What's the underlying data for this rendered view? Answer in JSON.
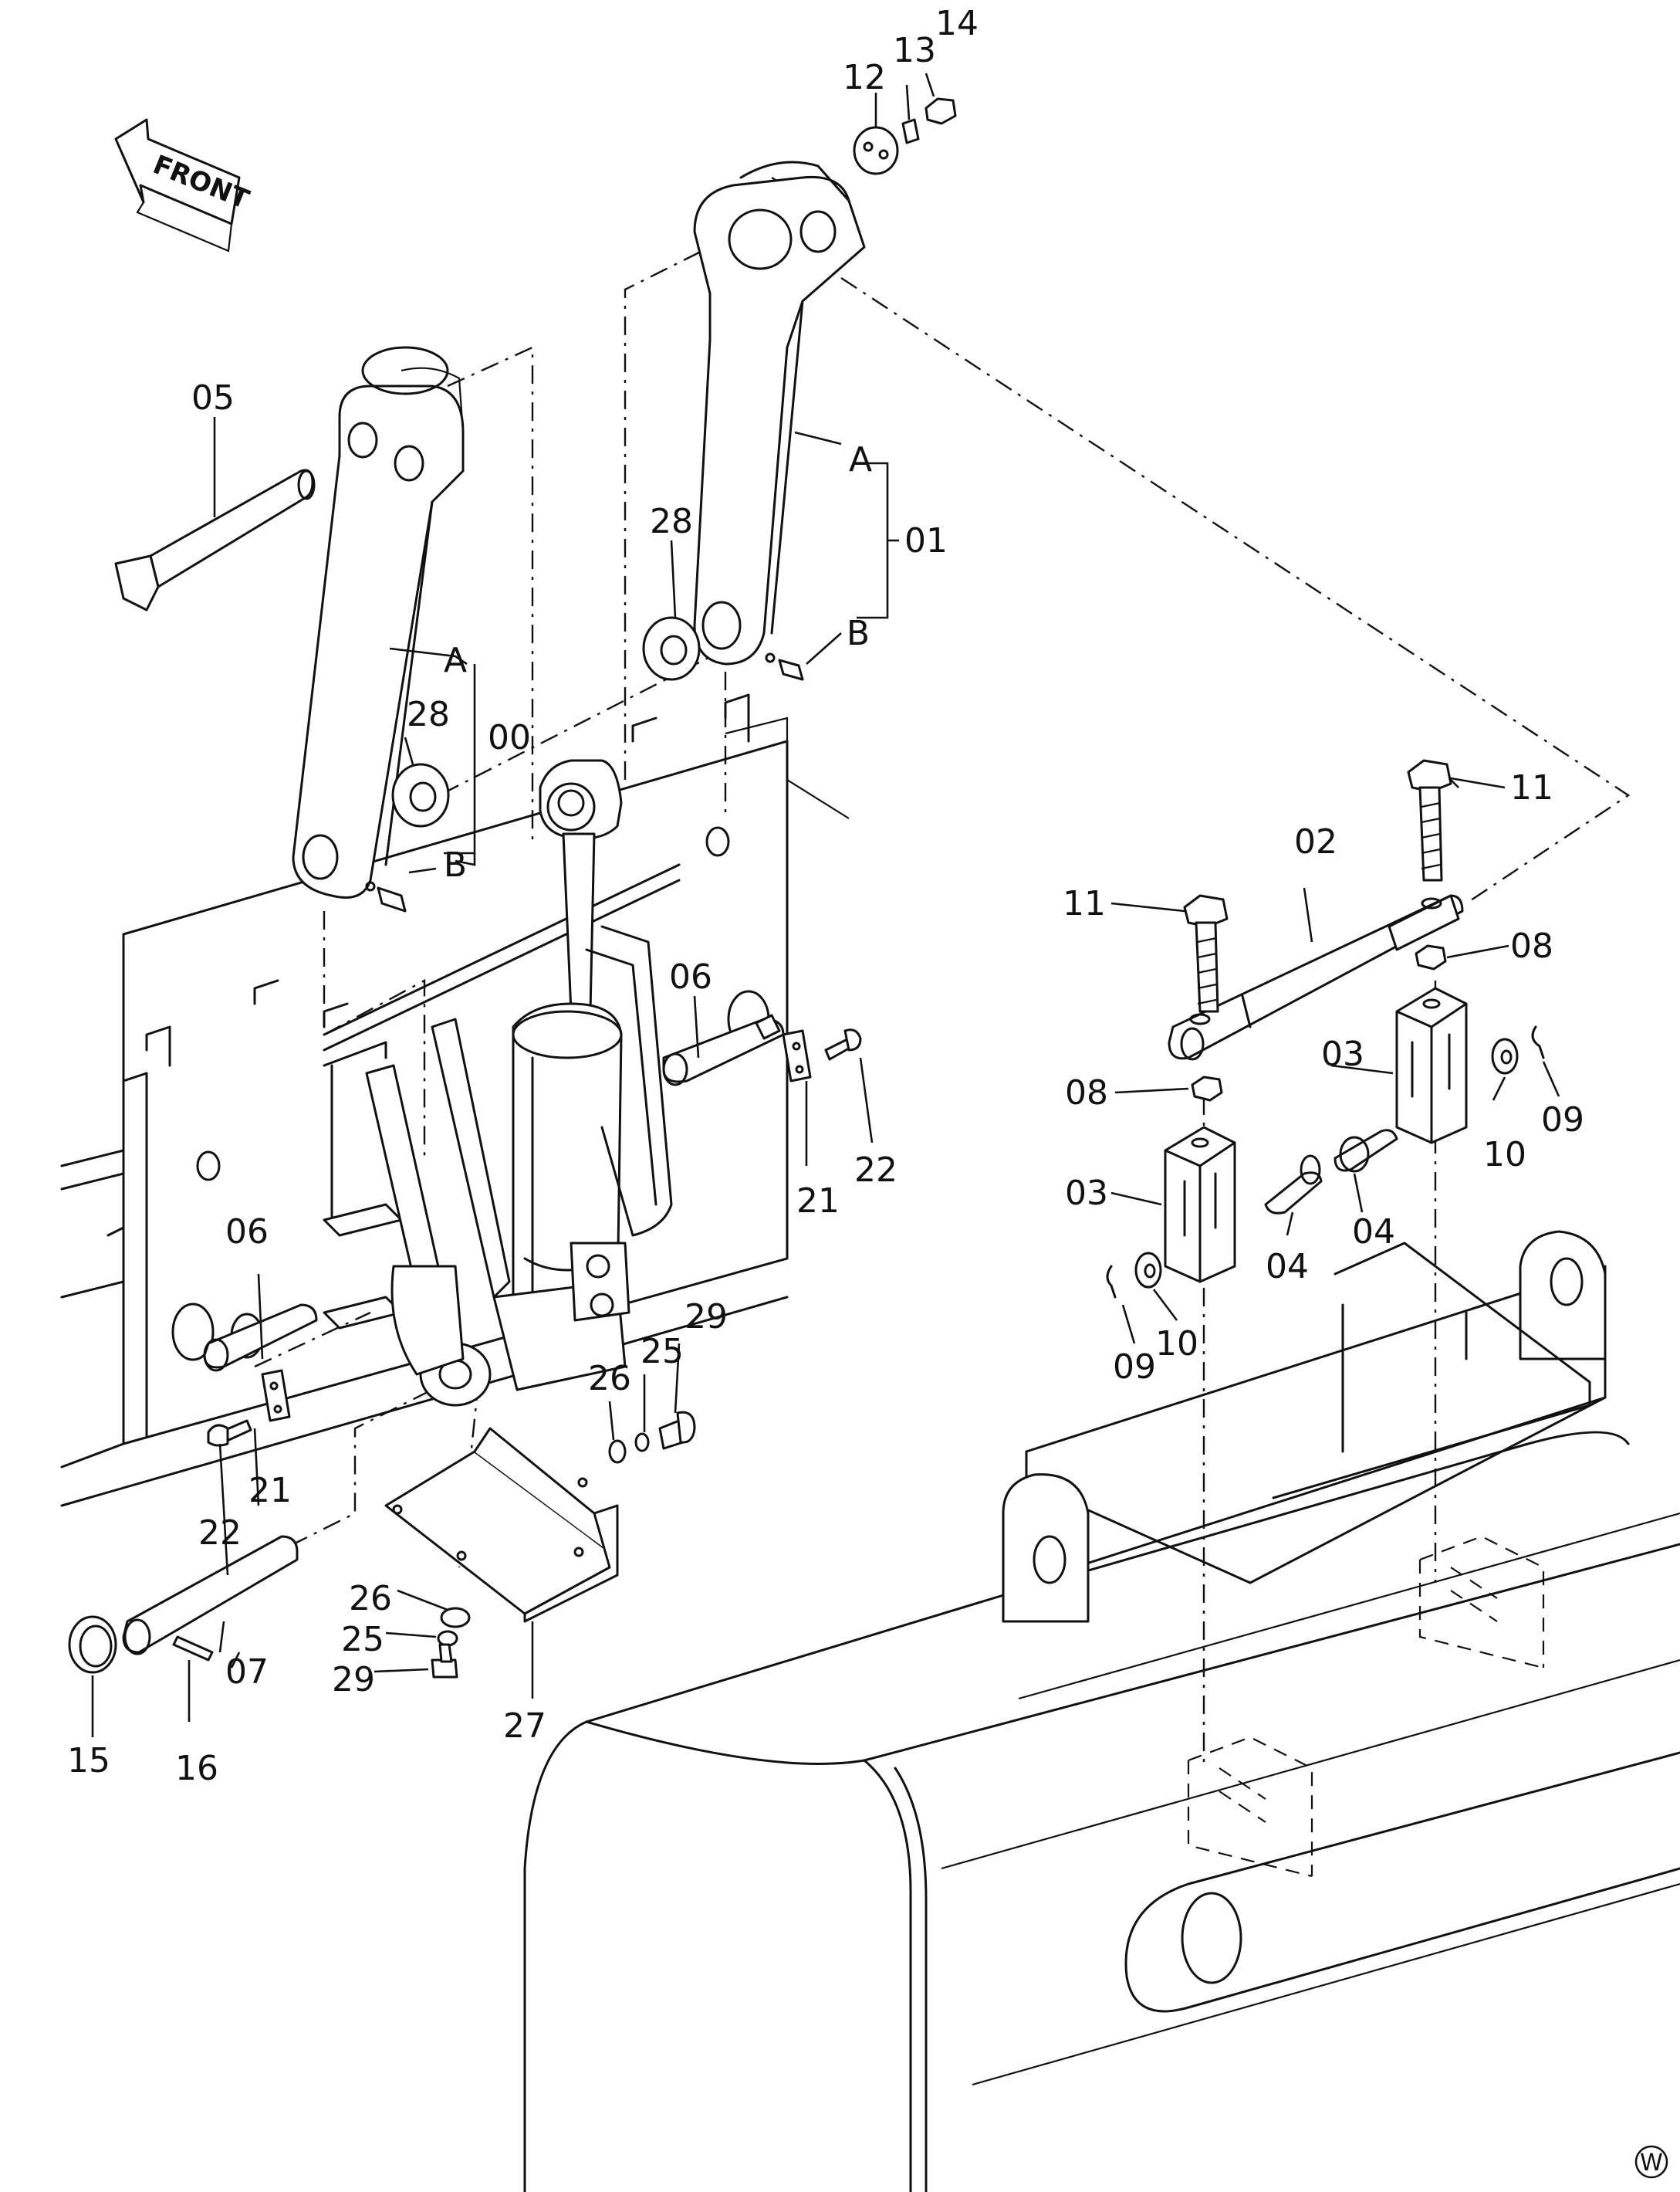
{
  "front_label": "FRONT",
  "corner_mark": "W",
  "callouts": {
    "c00": "00",
    "c01": "01",
    "c02": "02",
    "c03a": "03",
    "c03b": "03",
    "c04a": "04",
    "c04b": "04",
    "c05": "05",
    "c06a": "06",
    "c06b": "06",
    "c07": "07",
    "c08a": "08",
    "c08b": "08",
    "c09a": "09",
    "c09b": "09",
    "c10a": "10",
    "c10b": "10",
    "c11a": "11",
    "c11b": "11",
    "c12": "12",
    "c13": "13",
    "c14": "14",
    "c15": "15",
    "c16": "16",
    "c21a": "21",
    "c21b": "21",
    "c22a": "22",
    "c22b": "22",
    "c25a": "25",
    "c25b": "25",
    "c26a": "26",
    "c26b": "26",
    "c27": "27",
    "c28a": "28",
    "c28b": "28",
    "c29a": "29",
    "c29b": "29",
    "a_left": "A",
    "b_left": "B",
    "a_right": "A",
    "b_right": "B"
  }
}
